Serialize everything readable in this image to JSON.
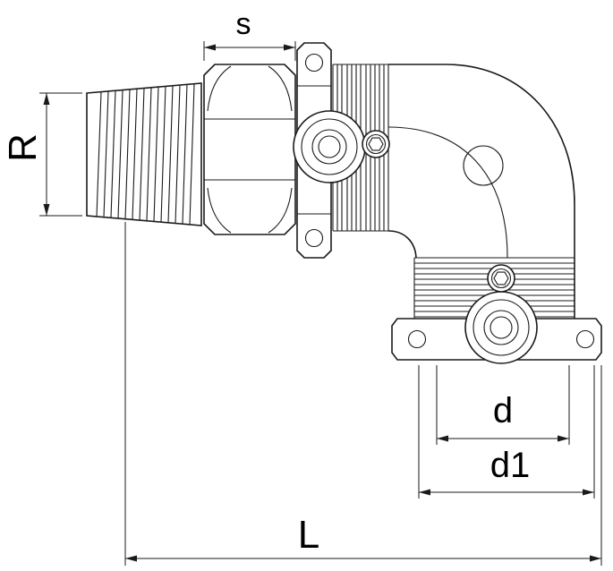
{
  "meta": {
    "title": "Technical line drawing of a 90-degree transition elbow pipe fitting with male taper thread, hex nut, corrugated fusion sockets and bolt flanges"
  },
  "labels": {
    "wrench_size": "s",
    "thread_size": "R",
    "outlet_diameter": "d",
    "outlet_outer_diameter": "d1",
    "overall_length": "L"
  },
  "colors": {
    "line": "#1a1a1a",
    "background": "#ffffff"
  }
}
